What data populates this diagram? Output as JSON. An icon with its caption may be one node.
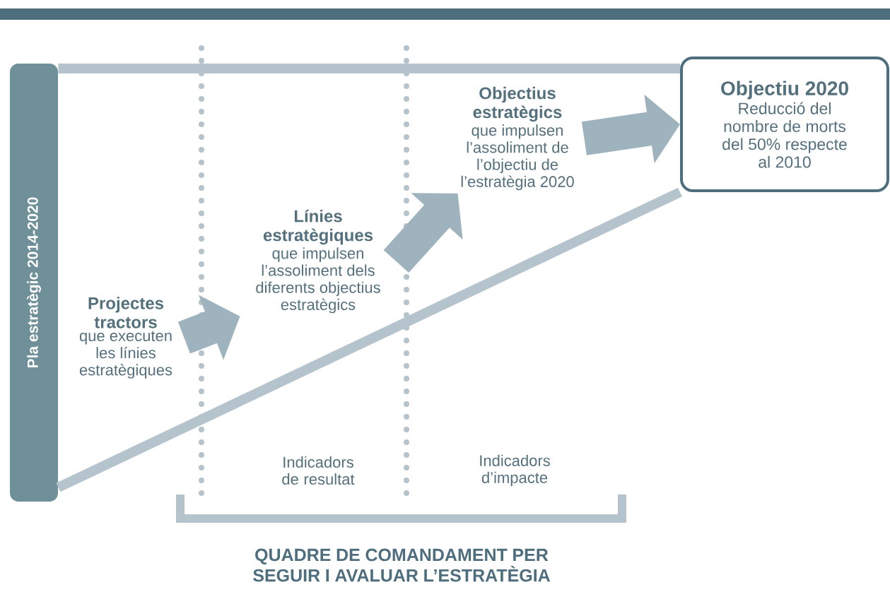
{
  "diagram": {
    "nodes": [
      {
        "text": [
          "Pla estratègic 2014-2020"
        ]
      },
      {
        "text": [
          "Projectes tractors",
          "que executen les línies estratègiques"
        ]
      },
      {
        "text": [
          "Línies estratègiques",
          "que impulsen l’assoliment dels diferents objectius estratègics"
        ]
      },
      {
        "text": [
          "Objectius estratègics",
          "que impulsen l’assoliment de l’objectiu de l’estratègia 2020"
        ]
      },
      {
        "text": [
          "Objectiu 2020",
          "Reducció del nombre de morts del 50% respecte al 2010"
        ]
      }
    ],
    "edges": [
      {
        "from": 1,
        "to": 2,
        "arrow": "to",
        "color": "#9fb3be"
      },
      {
        "from": 2,
        "to": 3,
        "arrow": "to",
        "color": "#9fb3be"
      },
      {
        "from": 3,
        "to": 4,
        "arrow": "to",
        "color": "#9fb3be"
      },
      {
        "from": 0,
        "to": 4,
        "arrow": "none"
      },
      {
        "from": 0,
        "to": 4,
        "arrow": "none"
      }
    ],
    "labels": [
      "Indicadors de resultat",
      "Indicadors d’impacte",
      "QUADRE DE COMANDAMENT PER SEGUIR I AVALUAR L’ESTRATÈGIA"
    ]
  }
}
